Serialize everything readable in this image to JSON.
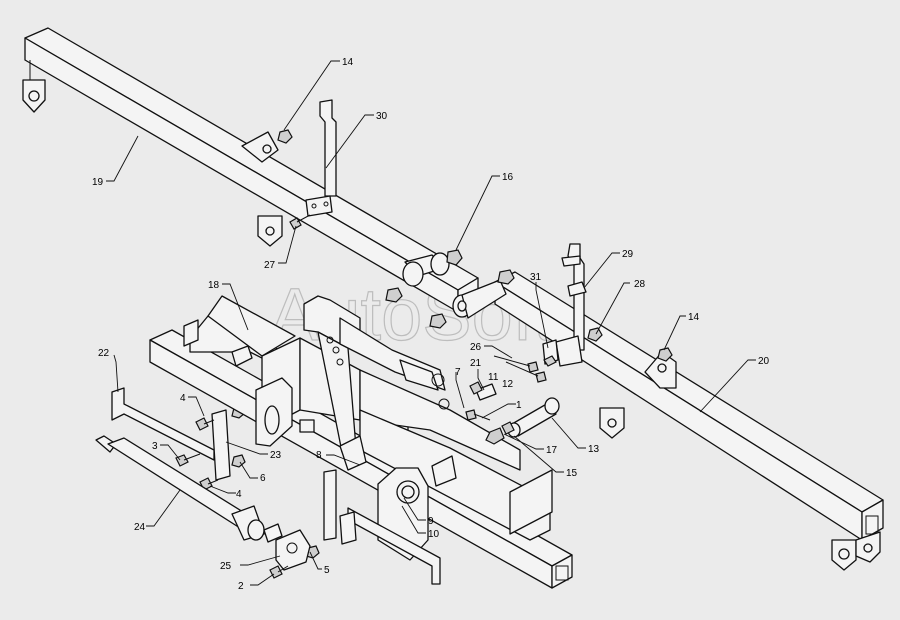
{
  "watermark": "AutoSoft",
  "callouts": {
    "c19": "19",
    "c14a": "14",
    "c30": "30",
    "c16": "16",
    "c27": "27",
    "c18": "18",
    "c31": "31",
    "c29": "29",
    "c28": "28",
    "c14b": "14",
    "c20": "20",
    "c26": "26",
    "c21": "21",
    "c11": "11",
    "c12": "12",
    "c7": "7",
    "c1": "1",
    "c22": "22",
    "c4a": "4",
    "c23": "23",
    "c3": "3",
    "c6": "6",
    "c4b": "4",
    "c8": "8",
    "c17": "17",
    "c13": "13",
    "c15": "15",
    "c24": "24",
    "c9": "9",
    "c10": "10",
    "c25": "25",
    "c2": "2",
    "c5": "5"
  },
  "colors": {
    "background": "#ebebeb",
    "line": "#111111",
    "watermark": "#bdbdbd"
  }
}
